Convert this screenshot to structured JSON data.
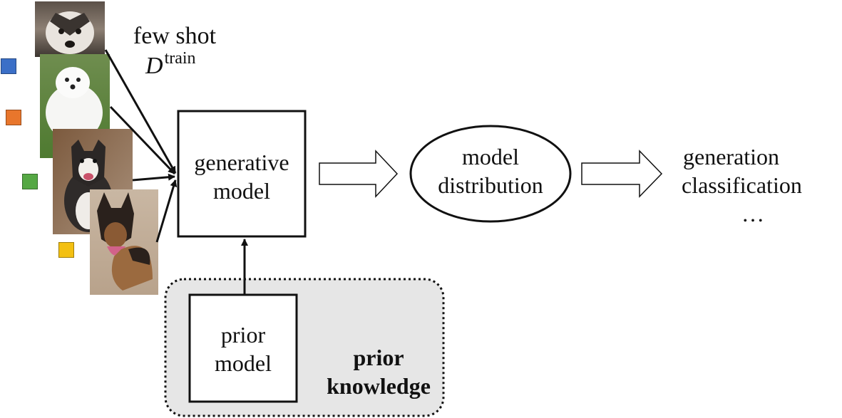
{
  "few_shot": {
    "line1": "few shot",
    "symbol": "D",
    "superscript": "train"
  },
  "generative_model": {
    "line1": "generative",
    "line2": "model"
  },
  "model_distribution": {
    "line1": "model",
    "line2": "distribution"
  },
  "outputs": {
    "line1": "generation",
    "line2": "classification",
    "line3": "…"
  },
  "prior_model": {
    "line1": "prior",
    "line2": "model"
  },
  "prior_knowledge": {
    "line1": "prior",
    "line2": "knowledge"
  },
  "colors": {
    "square_1": "#3b6fc7",
    "square_2": "#e8762c",
    "square_3": "#55a844",
    "square_4": "#f3c012",
    "prior_region_fill": "#e6e6e6",
    "stroke": "#111111"
  },
  "images": [
    {
      "name": "husky-puppy-photo"
    },
    {
      "name": "white-dog-photo"
    },
    {
      "name": "malamute-photo"
    },
    {
      "name": "german-shepherd-photo"
    }
  ]
}
